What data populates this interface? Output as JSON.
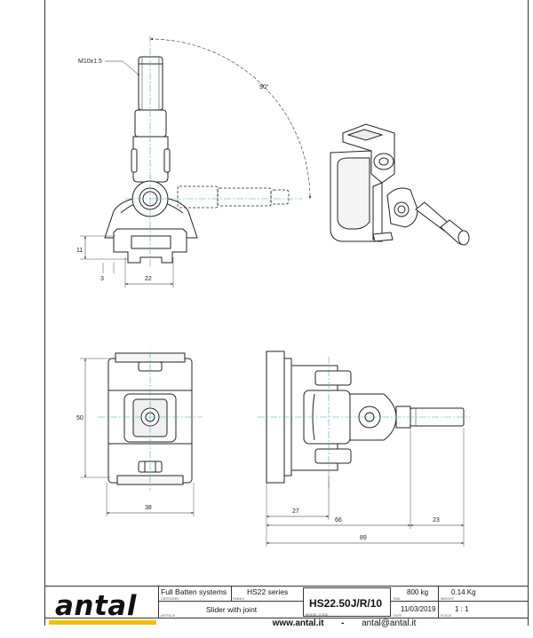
{
  "dimensions": {
    "thread": "M10x1.5",
    "angle": "90°",
    "side_h1": "11",
    "side_h2": "3",
    "side_width": "22",
    "front_height": "50",
    "front_width": "38",
    "top_27": "27",
    "top_23": "23",
    "top_66": "66",
    "top_89": "89"
  },
  "title_block": {
    "brand": "antal",
    "category": "Full Batten systems",
    "category_caption": "CATEGORY",
    "family": "HS22 series",
    "family_caption": "FAMILY",
    "article": "Slider with joint",
    "article_caption": "ARTICLE",
    "model_code": "HS22.50J/R/10",
    "model_caption": "MODEL CODE",
    "swl": "800 kg",
    "swl_caption": "SWL",
    "weight": "0.14 Kg",
    "weight_caption": "WEIGHT",
    "date": "11/03/2019",
    "date_caption": "DATE",
    "scale": "1 : 1",
    "scale_caption": "SCALE"
  },
  "footer": {
    "website": "www.antal.it",
    "separator": "-",
    "email": "antal@antal.it"
  },
  "colors": {
    "brand_yellow": "#f2c200",
    "line": "#222222",
    "centerline": "#4aa8c8"
  }
}
